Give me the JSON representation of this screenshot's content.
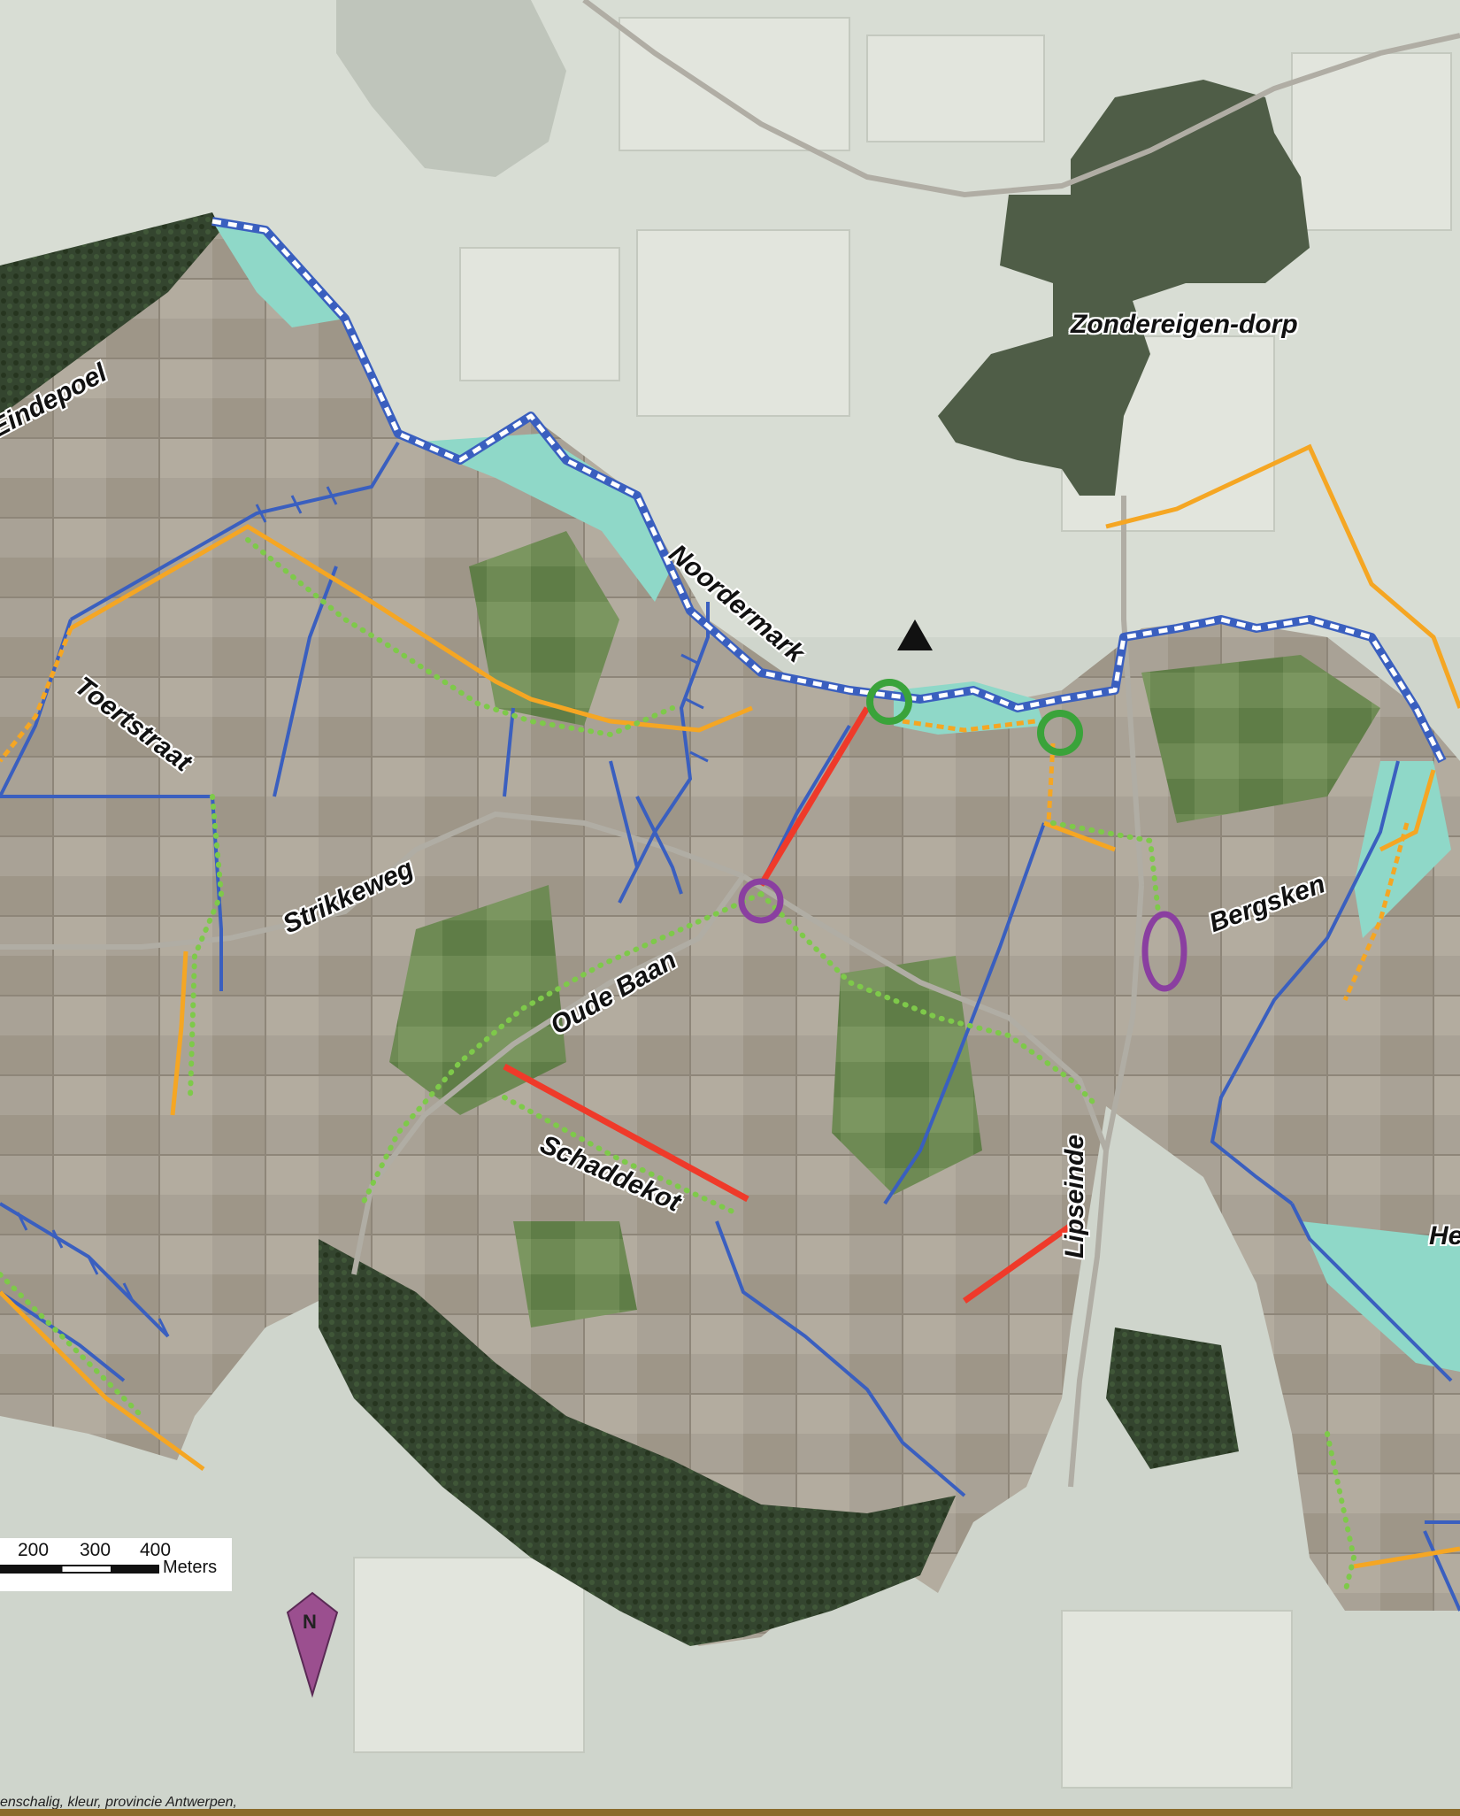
{
  "place_labels": [
    {
      "key": "eindepoel",
      "text": "Eindepoel"
    },
    {
      "key": "zondereigen",
      "text": "Zondereigen-dorp"
    },
    {
      "key": "noordermark",
      "text": "Noordermark"
    },
    {
      "key": "toertstraat",
      "text": "Toertstraat"
    },
    {
      "key": "strikkeweg",
      "text": "Strikkeweg"
    },
    {
      "key": "bergsken",
      "text": "Bergsken"
    },
    {
      "key": "oude_baan",
      "text": "Oude Baan"
    },
    {
      "key": "schaddekot",
      "text": "Schaddekot"
    },
    {
      "key": "lipseinde",
      "text": "Lipseinde"
    },
    {
      "key": "he",
      "text": "He"
    }
  ],
  "scale_bar": {
    "ticks": [
      "200",
      "300",
      "400"
    ],
    "unit": "Meters"
  },
  "north_arrow": {
    "letter": "N",
    "color": "#9b4f8f"
  },
  "credit_text": "enschalig, kleur, provincie Antwerpen,",
  "colors": {
    "watercourse": "#3a5fbf",
    "route_orange": "#f5a623",
    "route_green_dotted": "#7ec94a",
    "route_red": "#ef3a2a",
    "circle_green": "#3aa33a",
    "ellipse_purple": "#8a3fa0",
    "flood_area": "#8fd8c8",
    "forest": "#33452e",
    "village": "#4b5846"
  }
}
